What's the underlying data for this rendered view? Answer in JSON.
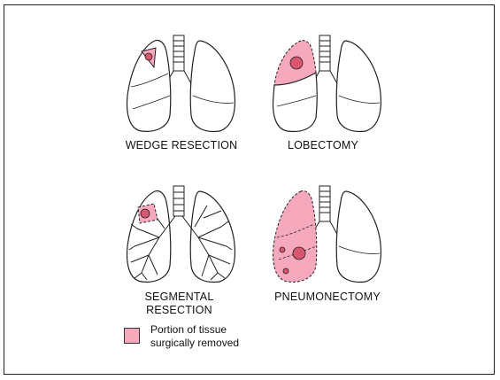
{
  "panels": [
    {
      "caption": "WEDGE RESECTION"
    },
    {
      "caption": "LOBECTOMY"
    },
    {
      "caption_line1": "SEGMENTAL",
      "caption_line2": "RESECTION"
    },
    {
      "caption": "PNEUMONECTOMY"
    }
  ],
  "legend": {
    "line1": "Portion of tissue",
    "line2": "surgically removed"
  },
  "colors": {
    "removed": "#f6a9bd",
    "lesion": "#d9566f",
    "outline": "#222222"
  }
}
